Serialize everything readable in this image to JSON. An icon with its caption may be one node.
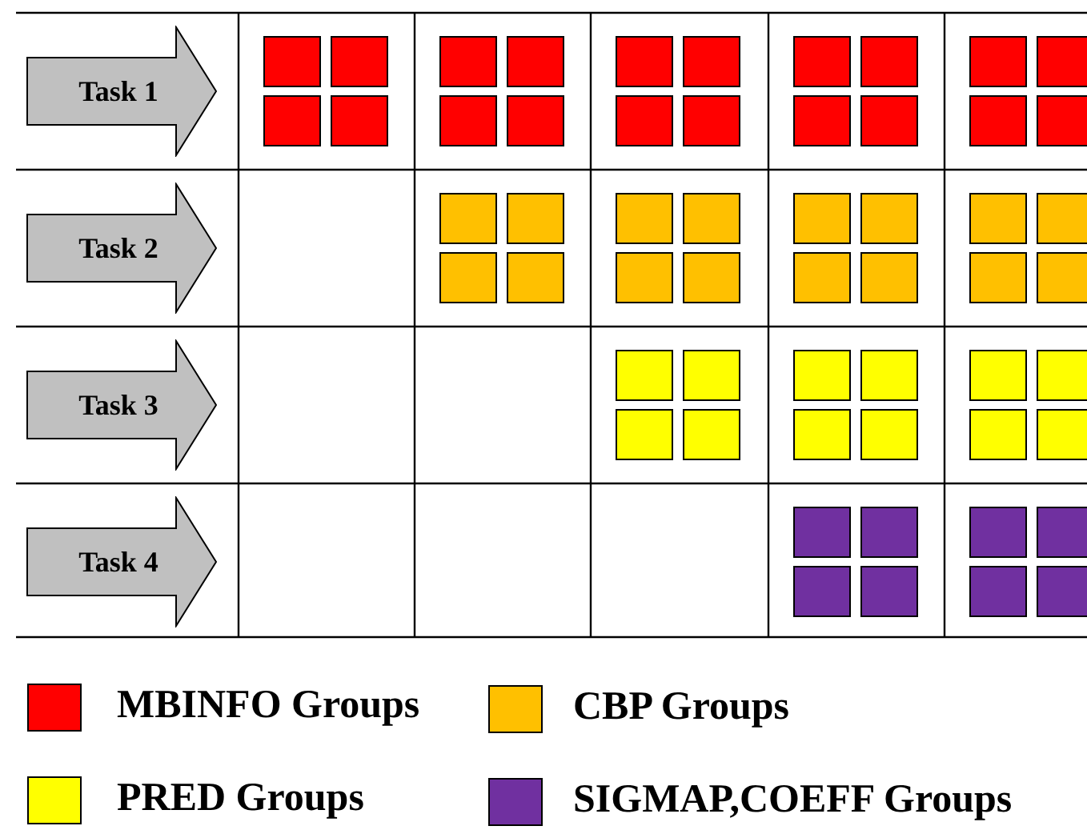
{
  "diagram": {
    "nodes": [
      {
        "text": [
          "Task 1"
        ]
      },
      {
        "text": [
          "Task 2"
        ]
      },
      {
        "text": [
          "Task 3"
        ]
      },
      {
        "text": [
          "Task 4"
        ]
      }
    ],
    "edges": [],
    "legend": [
      {
        "text": "MBINFO Groups",
        "color": "#ff0000"
      },
      {
        "text": "CBP Groups",
        "color": "#ffc000"
      },
      {
        "text": "PRED Groups",
        "color": "#ffff00"
      },
      {
        "text": "SIGMAP,COEFF Groups",
        "color": "#7030a0"
      }
    ]
  }
}
